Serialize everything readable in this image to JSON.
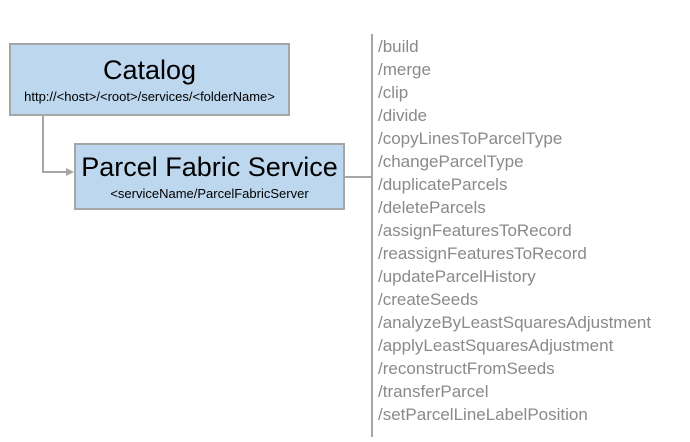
{
  "diagram": {
    "catalog_box": {
      "title": "Catalog",
      "subtitle": "http://<host>/<root>/services/<folderName>"
    },
    "service_box": {
      "title": "Parcel Fabric Service",
      "subtitle": "<serviceName/ParcelFabricServer"
    },
    "endpoints": [
      "/build",
      "/merge",
      "/clip",
      "/divide",
      "/copyLinesToParcelType",
      "/changeParcelType",
      "/duplicateParcels",
      "/deleteParcels",
      "/assignFeaturesToRecord",
      "/reassignFeaturesToRecord",
      "/updateParcelHistory",
      "/createSeeds",
      "/analyzeByLeastSquaresAdjustment",
      "/applyLeastSquaresAdjustment",
      "/reconstructFromSeeds",
      "/transferParcel",
      "/setParcelLineLabelPosition"
    ],
    "colors": {
      "box_fill": "#BDD7EE",
      "box_border": "#A6A6A6",
      "connector": "#A6A6A6",
      "endpoint_text": "#8A8A8A",
      "box_text": "#000000"
    }
  }
}
